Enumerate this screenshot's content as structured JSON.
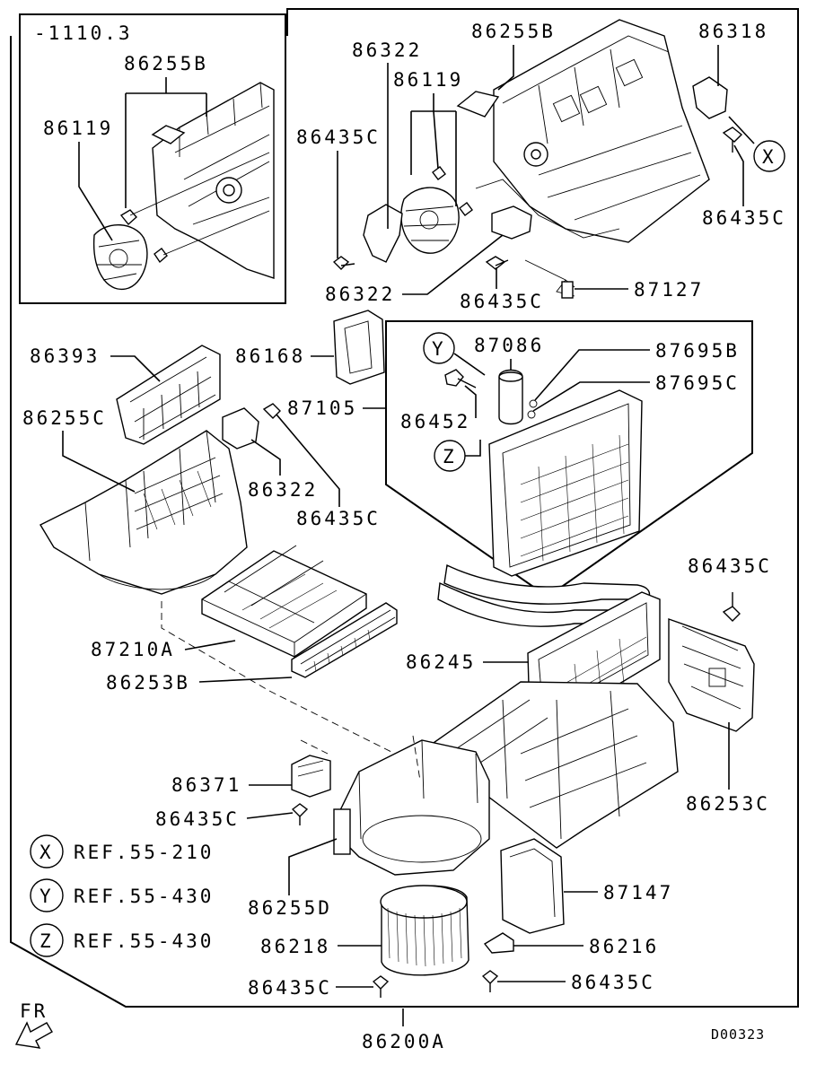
{
  "inset": {
    "variant": "-1110.3",
    "label_a": "86255B",
    "label_b": "86119"
  },
  "labels": {
    "l86322_top": "86322",
    "l86255B": "86255B",
    "l86318": "86318",
    "l86119": "86119",
    "l86435C_a": "86435C",
    "l86435C_b": "86435C",
    "l86322_b": "86322",
    "l86435C_c": "86435C",
    "l87127": "87127",
    "l86393": "86393",
    "l86168": "86168",
    "l87105": "87105",
    "l86255C": "86255C",
    "l86322_c": "86322",
    "l86435C_d": "86435C",
    "l87086": "87086",
    "l87695B": "87695B",
    "l87695C": "87695C",
    "l86452": "86452",
    "l86435C_e": "86435C",
    "l87210A": "87210A",
    "l86253B": "86253B",
    "l86245": "86245",
    "l86371": "86371",
    "l86435C_f": "86435C",
    "l86253C": "86253C",
    "l86255D": "86255D",
    "l87147": "87147",
    "l86218": "86218",
    "l86216": "86216",
    "l86435C_g": "86435C",
    "l86435C_h": "86435C",
    "l86200A": "86200A"
  },
  "refs": [
    {
      "mark": "X",
      "text": "REF.55-210"
    },
    {
      "mark": "Y",
      "text": "REF.55-430"
    },
    {
      "mark": "Z",
      "text": "REF.55-430"
    }
  ],
  "markers": {
    "x": "X",
    "y": "Y",
    "z": "Z"
  },
  "footer": {
    "fr": "FR",
    "code": "D00323"
  }
}
